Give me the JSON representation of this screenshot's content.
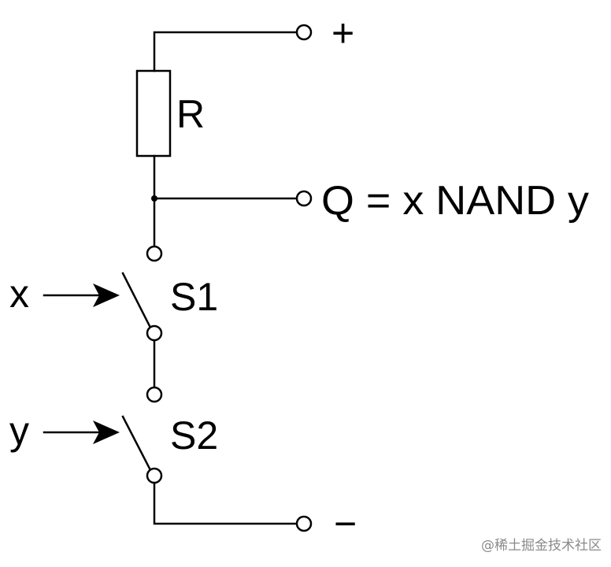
{
  "circuit": {
    "terminal_plus": "+",
    "terminal_minus": "−",
    "resistor_label": "R",
    "output_label": "Q = x NAND y",
    "switch1_label": "S1",
    "switch2_label": "S2",
    "input_x": "x",
    "input_y": "y"
  },
  "watermark": "@稀土掘金技术社区",
  "colors": {
    "line": "#000000",
    "background": "#ffffff",
    "watermark": "#8a8a8a"
  }
}
